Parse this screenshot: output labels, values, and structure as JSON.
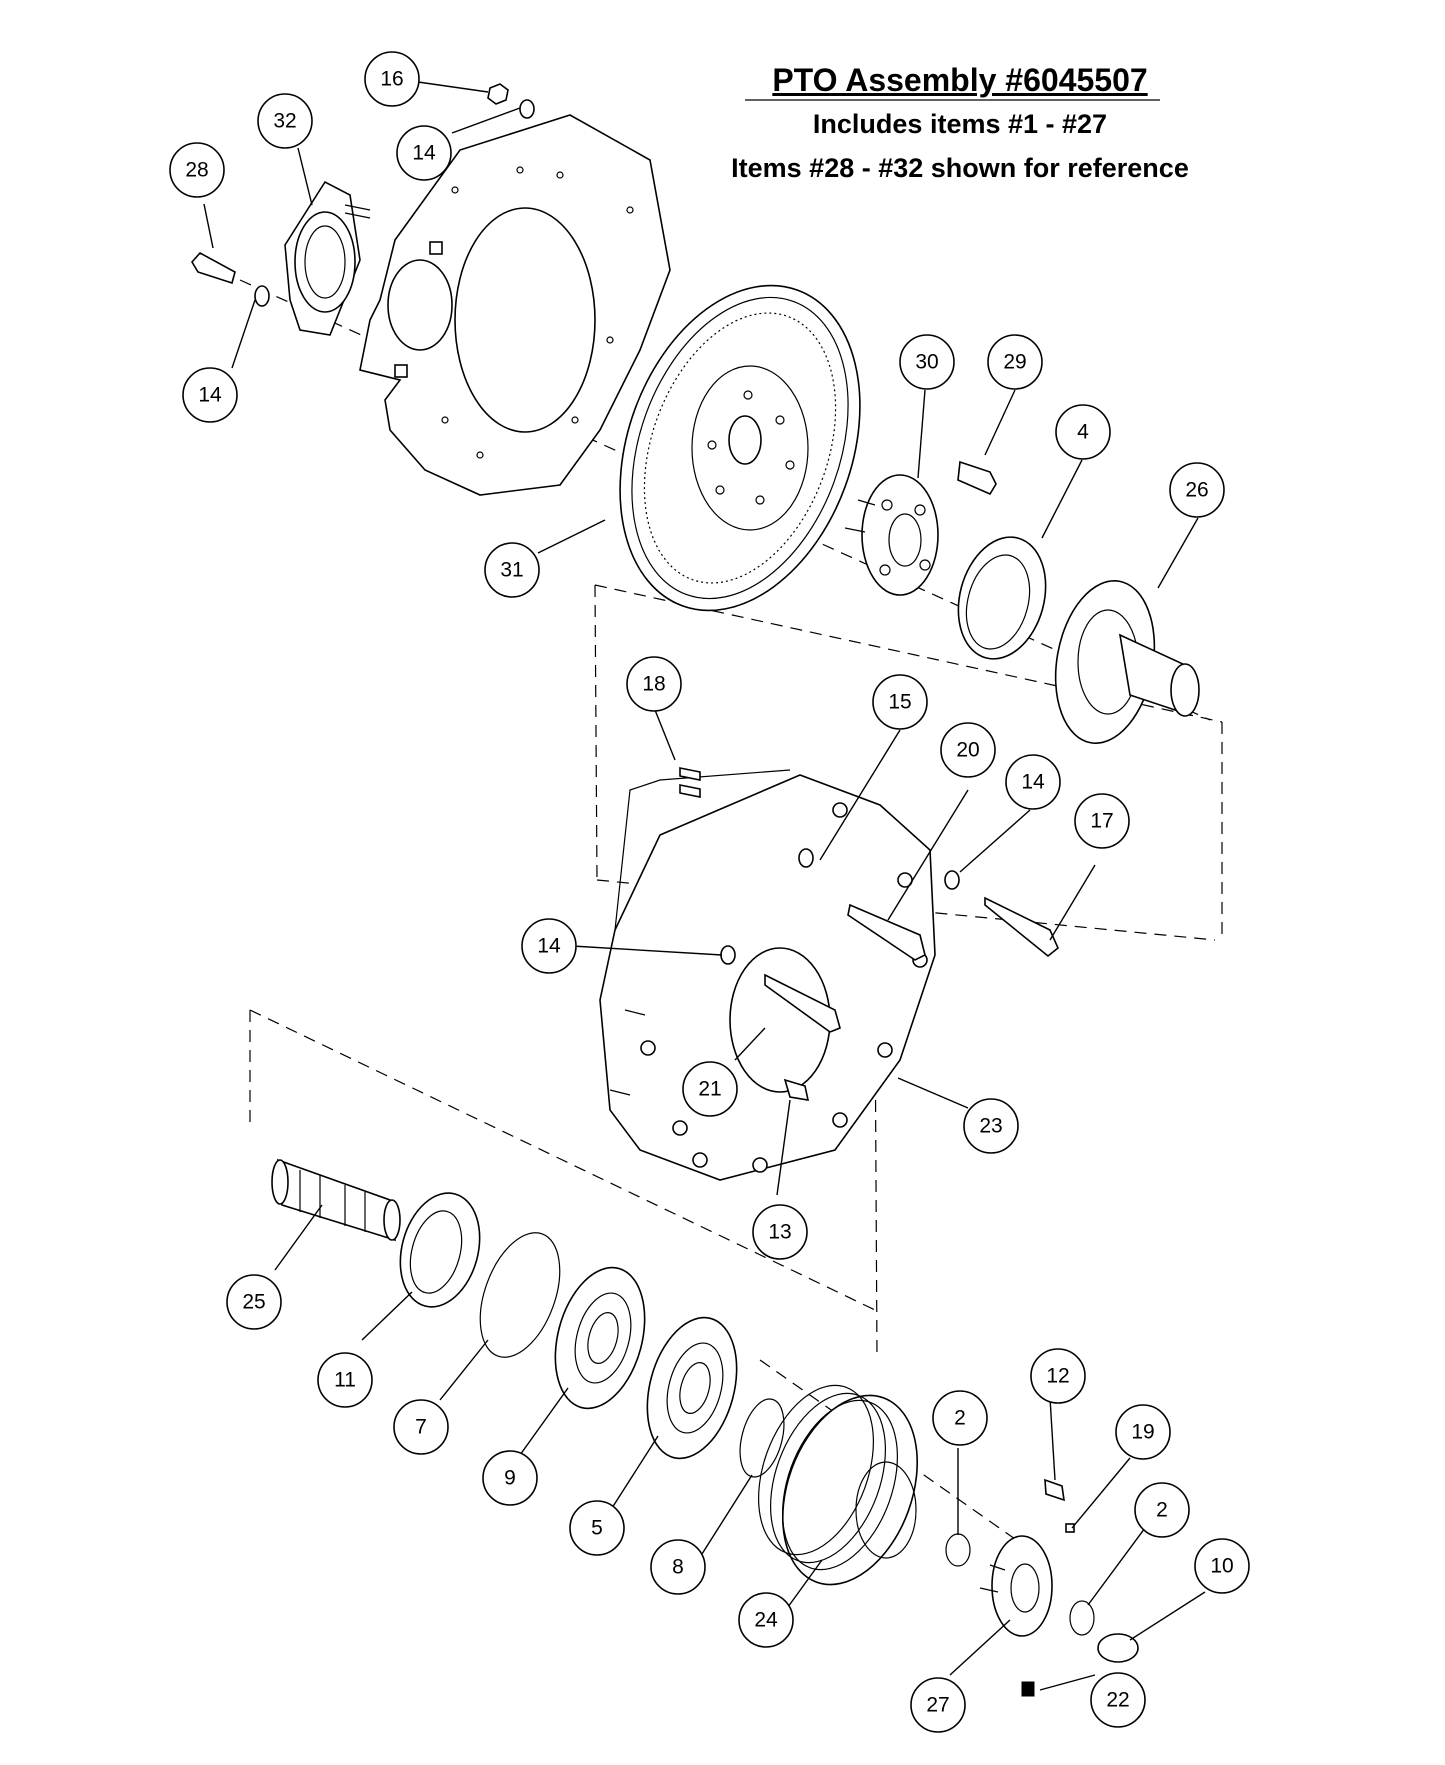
{
  "title": {
    "main": "PTO Assembly #6045507",
    "line2": "Includes items #1 - #27",
    "line3": "Items #28 - #32 shown for reference"
  },
  "callouts": [
    {
      "id": "c16",
      "label": "16"
    },
    {
      "id": "c32",
      "label": "32"
    },
    {
      "id": "c14a",
      "label": "14"
    },
    {
      "id": "c28",
      "label": "28"
    },
    {
      "id": "c14b",
      "label": "14"
    },
    {
      "id": "c30",
      "label": "30"
    },
    {
      "id": "c29",
      "label": "29"
    },
    {
      "id": "c4",
      "label": "4"
    },
    {
      "id": "c26",
      "label": "26"
    },
    {
      "id": "c31",
      "label": "31"
    },
    {
      "id": "c18",
      "label": "18"
    },
    {
      "id": "c15",
      "label": "15"
    },
    {
      "id": "c20",
      "label": "20"
    },
    {
      "id": "c14c",
      "label": "14"
    },
    {
      "id": "c17",
      "label": "17"
    },
    {
      "id": "c14d",
      "label": "14"
    },
    {
      "id": "c21",
      "label": "21"
    },
    {
      "id": "c23",
      "label": "23"
    },
    {
      "id": "c13",
      "label": "13"
    },
    {
      "id": "c25",
      "label": "25"
    },
    {
      "id": "c11",
      "label": "11"
    },
    {
      "id": "c7",
      "label": "7"
    },
    {
      "id": "c9",
      "label": "9"
    },
    {
      "id": "c5",
      "label": "5"
    },
    {
      "id": "c8",
      "label": "8"
    },
    {
      "id": "c24",
      "label": "24"
    },
    {
      "id": "c2a",
      "label": "2"
    },
    {
      "id": "c12",
      "label": "12"
    },
    {
      "id": "c19",
      "label": "19"
    },
    {
      "id": "c2b",
      "label": "2"
    },
    {
      "id": "c10",
      "label": "10"
    },
    {
      "id": "c27",
      "label": "27"
    },
    {
      "id": "c22",
      "label": "22"
    }
  ]
}
